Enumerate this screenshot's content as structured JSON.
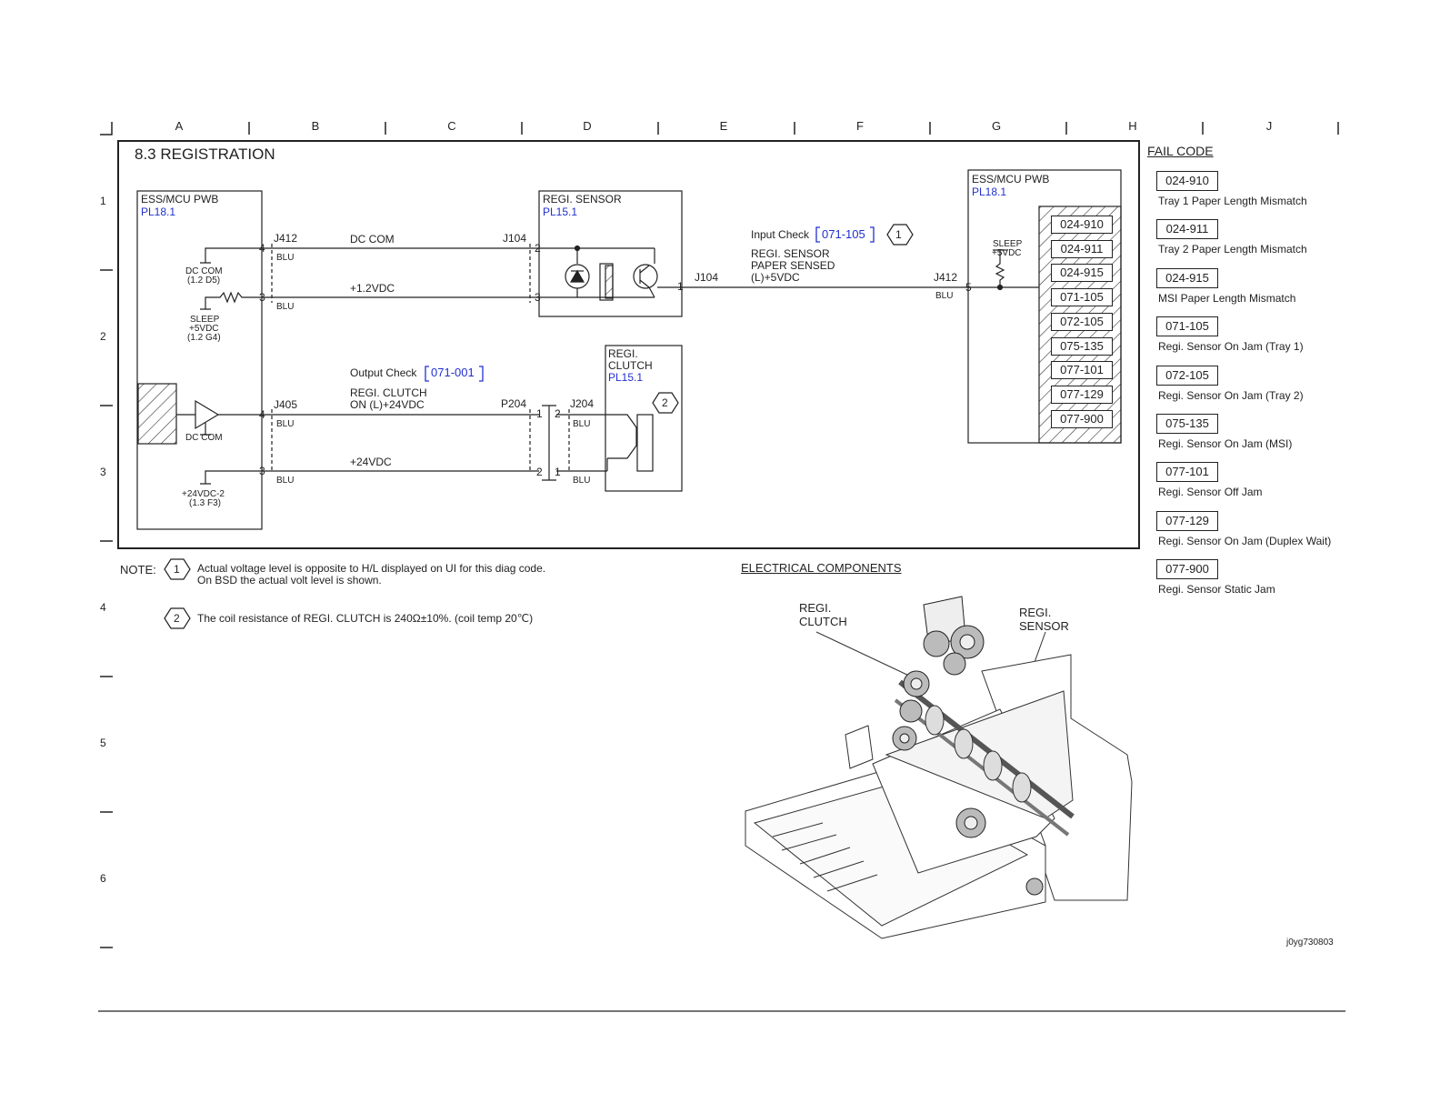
{
  "grid": {
    "columns": [
      "A",
      "B",
      "C",
      "D",
      "E",
      "F",
      "G",
      "H",
      "J"
    ],
    "rows": [
      "1",
      "2",
      "3",
      "4",
      "5",
      "6"
    ]
  },
  "diagram": {
    "title": "8.3 REGISTRATION",
    "mcu_left": {
      "name": "ESS/MCU PWB",
      "ref": "PL18.1"
    },
    "mcu_right": {
      "name": "ESS/MCU PWB",
      "ref": "PL18.1"
    },
    "regi_sensor": {
      "name": "REGI. SENSOR",
      "ref": "PL15.1"
    },
    "regi_clutch": {
      "name_line1": "REGI.",
      "name_line2": "CLUTCH",
      "ref": "PL15.1"
    },
    "connectors": {
      "j412_left": "J412",
      "j104_top": "J104",
      "j104_right": "J104",
      "j412_right": "J412",
      "j405": "J405",
      "p204": "P204",
      "j204": "J204"
    },
    "pins": {
      "p4a": "4",
      "p3a": "3",
      "p2": "2",
      "p3b": "3",
      "p1": "1",
      "p5": "5",
      "p4b": "4",
      "p3c": "3",
      "p1b": "1",
      "p2b": "2",
      "p2c": "2",
      "p1c": "1"
    },
    "wire_color": "BLU",
    "signals": {
      "dc_com": "DC COM",
      "v12": "+1.2VDC",
      "v24": "+24VDC",
      "input_check_label": "Input Check",
      "input_check_code": "071-105",
      "regi_sensed_1": "REGI. SENSOR",
      "regi_sensed_2": "PAPER SENSED",
      "regi_sensed_3": "(L)+5VDC",
      "output_check_label": "Output Check",
      "output_check_code": "071-001",
      "regi_clutch_on_1": "REGI. CLUTCH",
      "regi_clutch_on_2": "ON (L)+24VDC"
    },
    "left_refs": {
      "dccom1": "DC COM",
      "dccom1_ref": "(1.2 D5)",
      "sleep": "SLEEP",
      "sleep_v": "+5VDC",
      "sleep_ref": "(1.2 G4)",
      "dccom2": "DC COM",
      "v24_2": "+24VDC-2",
      "v24_2_ref": "(1.3 F3)"
    },
    "right_sleep": {
      "line1": "SLEEP",
      "line2": "+5VDC"
    },
    "stack_codes": [
      "024-910",
      "024-911",
      "024-915",
      "071-105",
      "072-105",
      "075-135",
      "077-101",
      "077-129",
      "077-900"
    ],
    "markers": {
      "m1": "1",
      "m2": "2"
    }
  },
  "notes": {
    "label": "NOTE:",
    "n1_marker": "1",
    "n1_line1": "Actual voltage level is opposite to H/L displayed on UI for this diag code.",
    "n1_line2": "On BSD the actual volt level is shown.",
    "n2_marker": "2",
    "n2_text": "The coil resistance of REGI. CLUTCH is 240Ω±10%. (coil temp 20℃)"
  },
  "components": {
    "title": "ELECTRICAL COMPONENTS",
    "clutch_1": "REGI.",
    "clutch_2": "CLUTCH",
    "sensor_1": "REGI.",
    "sensor_2": "SENSOR"
  },
  "fail_code": {
    "title": "FAIL CODE",
    "items": [
      {
        "code": "024-910",
        "desc": "Tray 1 Paper Length Mismatch"
      },
      {
        "code": "024-911",
        "desc": "Tray 2 Paper Length Mismatch"
      },
      {
        "code": "024-915",
        "desc": "MSI Paper Length Mismatch"
      },
      {
        "code": "071-105",
        "desc": "Regi. Sensor On Jam (Tray 1)"
      },
      {
        "code": "072-105",
        "desc": "Regi. Sensor On Jam (Tray 2)"
      },
      {
        "code": "075-135",
        "desc": "Regi. Sensor On Jam (MSI)"
      },
      {
        "code": "077-101",
        "desc": "Regi. Sensor Off Jam"
      },
      {
        "code": "077-129",
        "desc": "Regi. Sensor On Jam (Duplex Wait)"
      },
      {
        "code": "077-900",
        "desc": "Regi. Sensor Static Jam"
      }
    ]
  },
  "figure_id": "j0yg730803"
}
